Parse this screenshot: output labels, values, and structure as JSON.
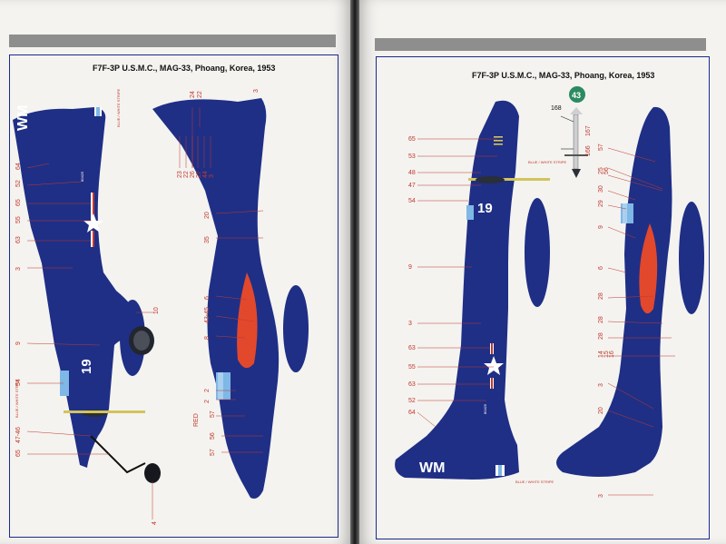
{
  "pages": {
    "left": {
      "title": "F7F-3P U.S.M.C., MAG-33, Phoang, Korea, 1953"
    },
    "right": {
      "title": "F7F-3P U.S.M.C., MAG-33, Phoang, Korea, 1953",
      "badge_number": "43"
    }
  },
  "markings": {
    "tail_code": "WM",
    "side_number": "19",
    "bureau_number": "80425",
    "stripe_note": "BLUE / WHITE STRIPE",
    "red_note": "RED"
  },
  "colors": {
    "aircraft_blue": "#1f2f86",
    "radome_red": "#e2482c",
    "callout_red": "#c0392b",
    "light_blue": "#7fb7e6",
    "badge_green": "#2c8a60"
  },
  "callouts": {
    "left_view1": [
      "64",
      "52",
      "65",
      "55",
      "63",
      "3",
      "9",
      "54",
      "47-46",
      "65",
      "10",
      "4"
    ],
    "left_view2": [
      "3",
      "24",
      "22",
      "23",
      "22",
      "26",
      "27",
      "44",
      "3",
      "20",
      "35",
      "6",
      "43-45",
      "8",
      "2",
      "2",
      "57",
      "56",
      "57"
    ],
    "right_view1": [
      "65",
      "53",
      "48",
      "47",
      "54",
      "9",
      "3",
      "63",
      "55",
      "63",
      "52",
      "64",
      "168",
      "167",
      "166"
    ],
    "right_view2": [
      "57",
      "25",
      "56",
      "30",
      "29",
      "9",
      "6",
      "28",
      "28",
      "28",
      "14",
      "15",
      "16",
      "3",
      "20",
      "3"
    ]
  }
}
